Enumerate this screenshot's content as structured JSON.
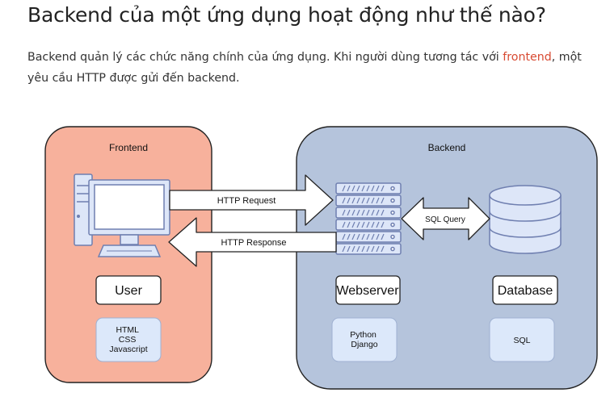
{
  "article": {
    "title": "Backend của một ứng dụng hoạt động như thế nào?",
    "paragraph_before_link": "Backend quản lý các chức năng chính của ứng dụng. Khi người dùng tương tác với ",
    "link_text": "frontend",
    "paragraph_after_link": ", một yêu cầu HTTP được gửi đến backend.",
    "link_color": "#d84a32"
  },
  "diagram": {
    "frontend": {
      "title": "Frontend",
      "node_label": "User",
      "tech": [
        "HTML",
        "CSS",
        "Javascript"
      ],
      "panel_color": "#f7b19c",
      "icon": "desktop-computer-icon"
    },
    "backend": {
      "title": "Backend",
      "panel_color": "#b5c4dc",
      "webserver": {
        "label": "Webserver",
        "tech": [
          "Python",
          "Django"
        ],
        "icon": "server-rack-icon"
      },
      "database": {
        "label": "Database",
        "tech": [
          "SQL"
        ],
        "icon": "database-icon"
      }
    },
    "arrows": {
      "request": "HTTP Request",
      "response": "HTTP Response",
      "sql": "SQL Query"
    },
    "tech_box_color": "#dce8fa",
    "icon_fill": "#dde6f8",
    "icon_stroke": "#6f7fb0"
  }
}
